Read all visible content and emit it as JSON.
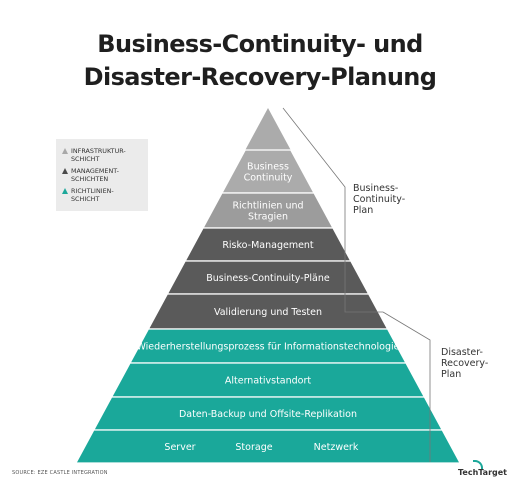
{
  "title": {
    "line1": "Business-Continuity- und",
    "line2": "Disaster-Recovery-Planung"
  },
  "legend": [
    {
      "label": "Infrastruktur-\nschicht",
      "color": "#a8a8a8"
    },
    {
      "label": "Management-\nschichten",
      "color": "#4a4a4a"
    },
    {
      "label": "Richtlinien-\nschicht",
      "color": "#1ca89a"
    }
  ],
  "pyramid": {
    "layers": [
      {
        "label": "Business\nContinuity",
        "color": "#ababab"
      },
      {
        "label": "Richtlinien und\nStragien",
        "color": "#9c9c9c"
      },
      {
        "label": "Risko-Management",
        "color": "#5a5a5a"
      },
      {
        "label": "Business-Continuity-Pläne",
        "color": "#5a5a5a"
      },
      {
        "label": "Validierung und Testen",
        "color": "#5a5a5a"
      },
      {
        "label": "Wiederherstellungsprozess für Informationstechnologie",
        "color": "#1aa89a"
      },
      {
        "label": "Alternativstandort",
        "color": "#1aa89a"
      },
      {
        "label": "Daten-Backup und Offsite-Replikation",
        "color": "#1aa89a"
      }
    ],
    "base_items": [
      "Server",
      "Storage",
      "Netzwerk"
    ],
    "base_color": "#1aa89a"
  },
  "side_labels": {
    "business_continuity": "Business-\nContinuity-\nPlan",
    "disaster_recovery": "Disaster-\nRecovery-\nPlan"
  },
  "footer": {
    "source": "SOURCE: EZE CASTLE INTEGRATION",
    "logo": "TechTarget"
  }
}
